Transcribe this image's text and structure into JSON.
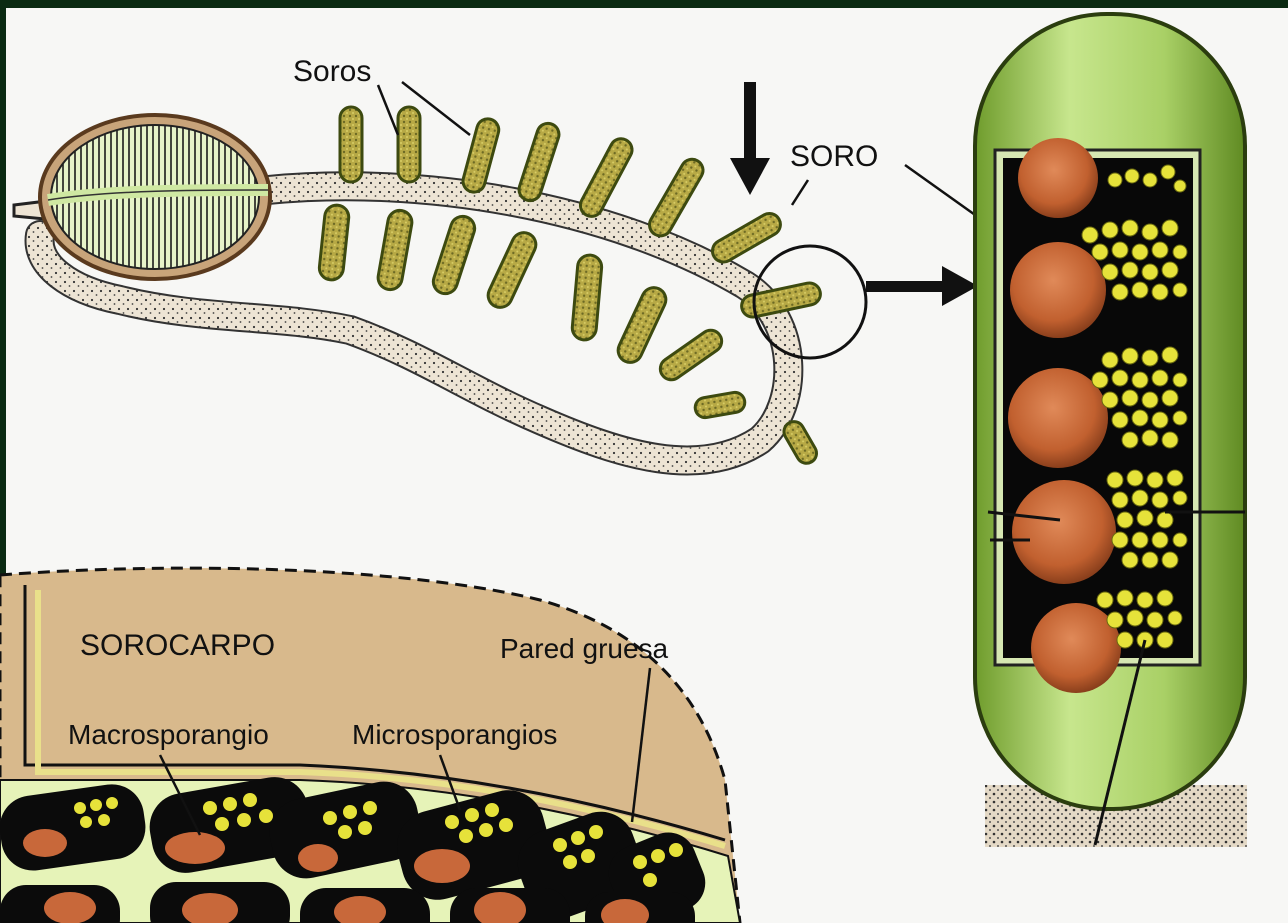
{
  "labels": {
    "soros": "Soros",
    "soro": "SORO",
    "sorocarpo": "SOROCARPO",
    "pared_gruesa": "Pared gruesa",
    "macrosporangio": "Macrosporangio",
    "microsporangios": "Microsporangios"
  },
  "colors": {
    "frame": "#0b2a12",
    "panel": "#f7f7f5",
    "sorocarp_fill": "#d8b98c",
    "soro_green": "#9fc85a",
    "macro": "#c8683a",
    "micro": "#e6e23a",
    "stalk": "#ece3d3"
  }
}
